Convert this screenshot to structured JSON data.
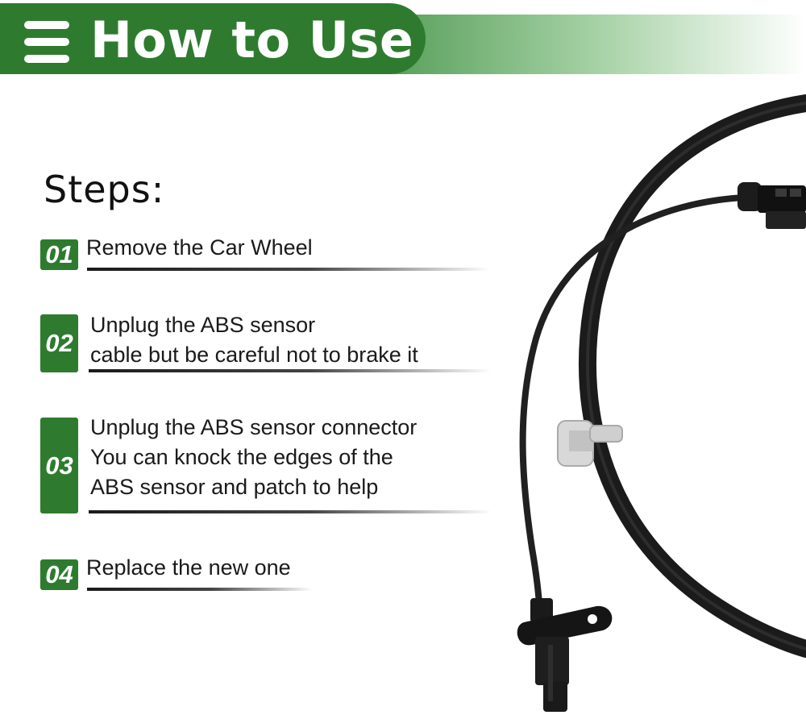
{
  "header": {
    "title": "How to Use",
    "menu_icon": "hamburger-menu-icon",
    "accent_color": "#2e7b2f"
  },
  "steps_heading": "Steps:",
  "steps": [
    {
      "number": "01",
      "lines": [
        "Remove the Car Wheel"
      ]
    },
    {
      "number": "02",
      "lines": [
        "Unplug the ABS sensor",
        "cable but be careful not to brake it"
      ]
    },
    {
      "number": "03",
      "lines": [
        "Unplug the ABS sensor connector",
        "You can knock the edges of the",
        "ABS sensor and patch to help"
      ]
    },
    {
      "number": "04",
      "lines": [
        "Replace the new one"
      ]
    }
  ],
  "product_image": "abs-sensor-cable"
}
